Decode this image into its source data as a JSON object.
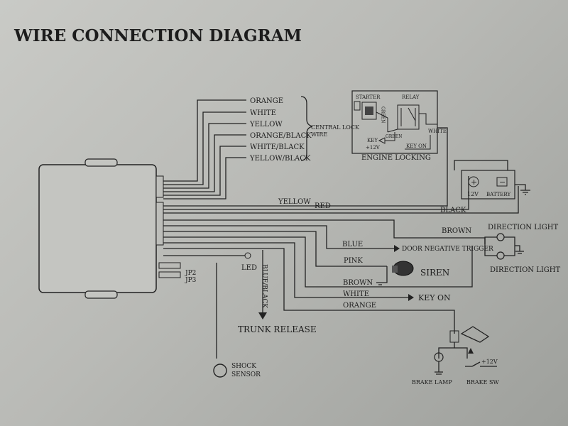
{
  "title": "WIRE CONNECTION DIAGRAM",
  "central_lock": {
    "wires": [
      "ORANGE",
      "WHITE",
      "YELLOW",
      "ORANGE/BLACK",
      "WHITE/BLACK",
      "YELLOW/BLACK"
    ],
    "label_line1": "CENTRAL LOCK",
    "label_line2": "WIRE"
  },
  "engine_locking": {
    "title": "ENGINE LOCKING",
    "starter": "STARTER",
    "relay": "RELAY",
    "green_vertical": "GREEN",
    "green": "GREEN",
    "white": "WHITE",
    "key": "KEY",
    "plus12v": "+12V",
    "key_on": "KEY ON"
  },
  "battery": {
    "plus": "+",
    "minus": "−",
    "v12": "12V",
    "label": "BATTERY"
  },
  "wires": {
    "yellow": "YELLOW",
    "red": "RED",
    "black": "BLACK",
    "brown_top": "BROWN",
    "blue": "BLUE",
    "pink": "PINK",
    "brown": "BROWN",
    "white": "WHITE",
    "orange": "ORANGE",
    "blue_black": "BLUE/BLACK"
  },
  "devices": {
    "direction_light_top": "DIRECTION LIGHT",
    "direction_light_bottom": "DIRECTION LIGHT",
    "door_trigger": "DOOR NEGATIVE TRIGGER",
    "siren": "SIREN",
    "key_on": "KEY ON",
    "led": "LED",
    "jp2": "JP2",
    "jp3": "JP3",
    "trunk_release": "TRUNK RELEASE",
    "shock_line1": "SHOCK",
    "shock_line2": "SENSOR",
    "brake_lamp": "BRAKE LAMP",
    "brake_sw": "BRAKE SW",
    "brake_12v": "+12V"
  }
}
